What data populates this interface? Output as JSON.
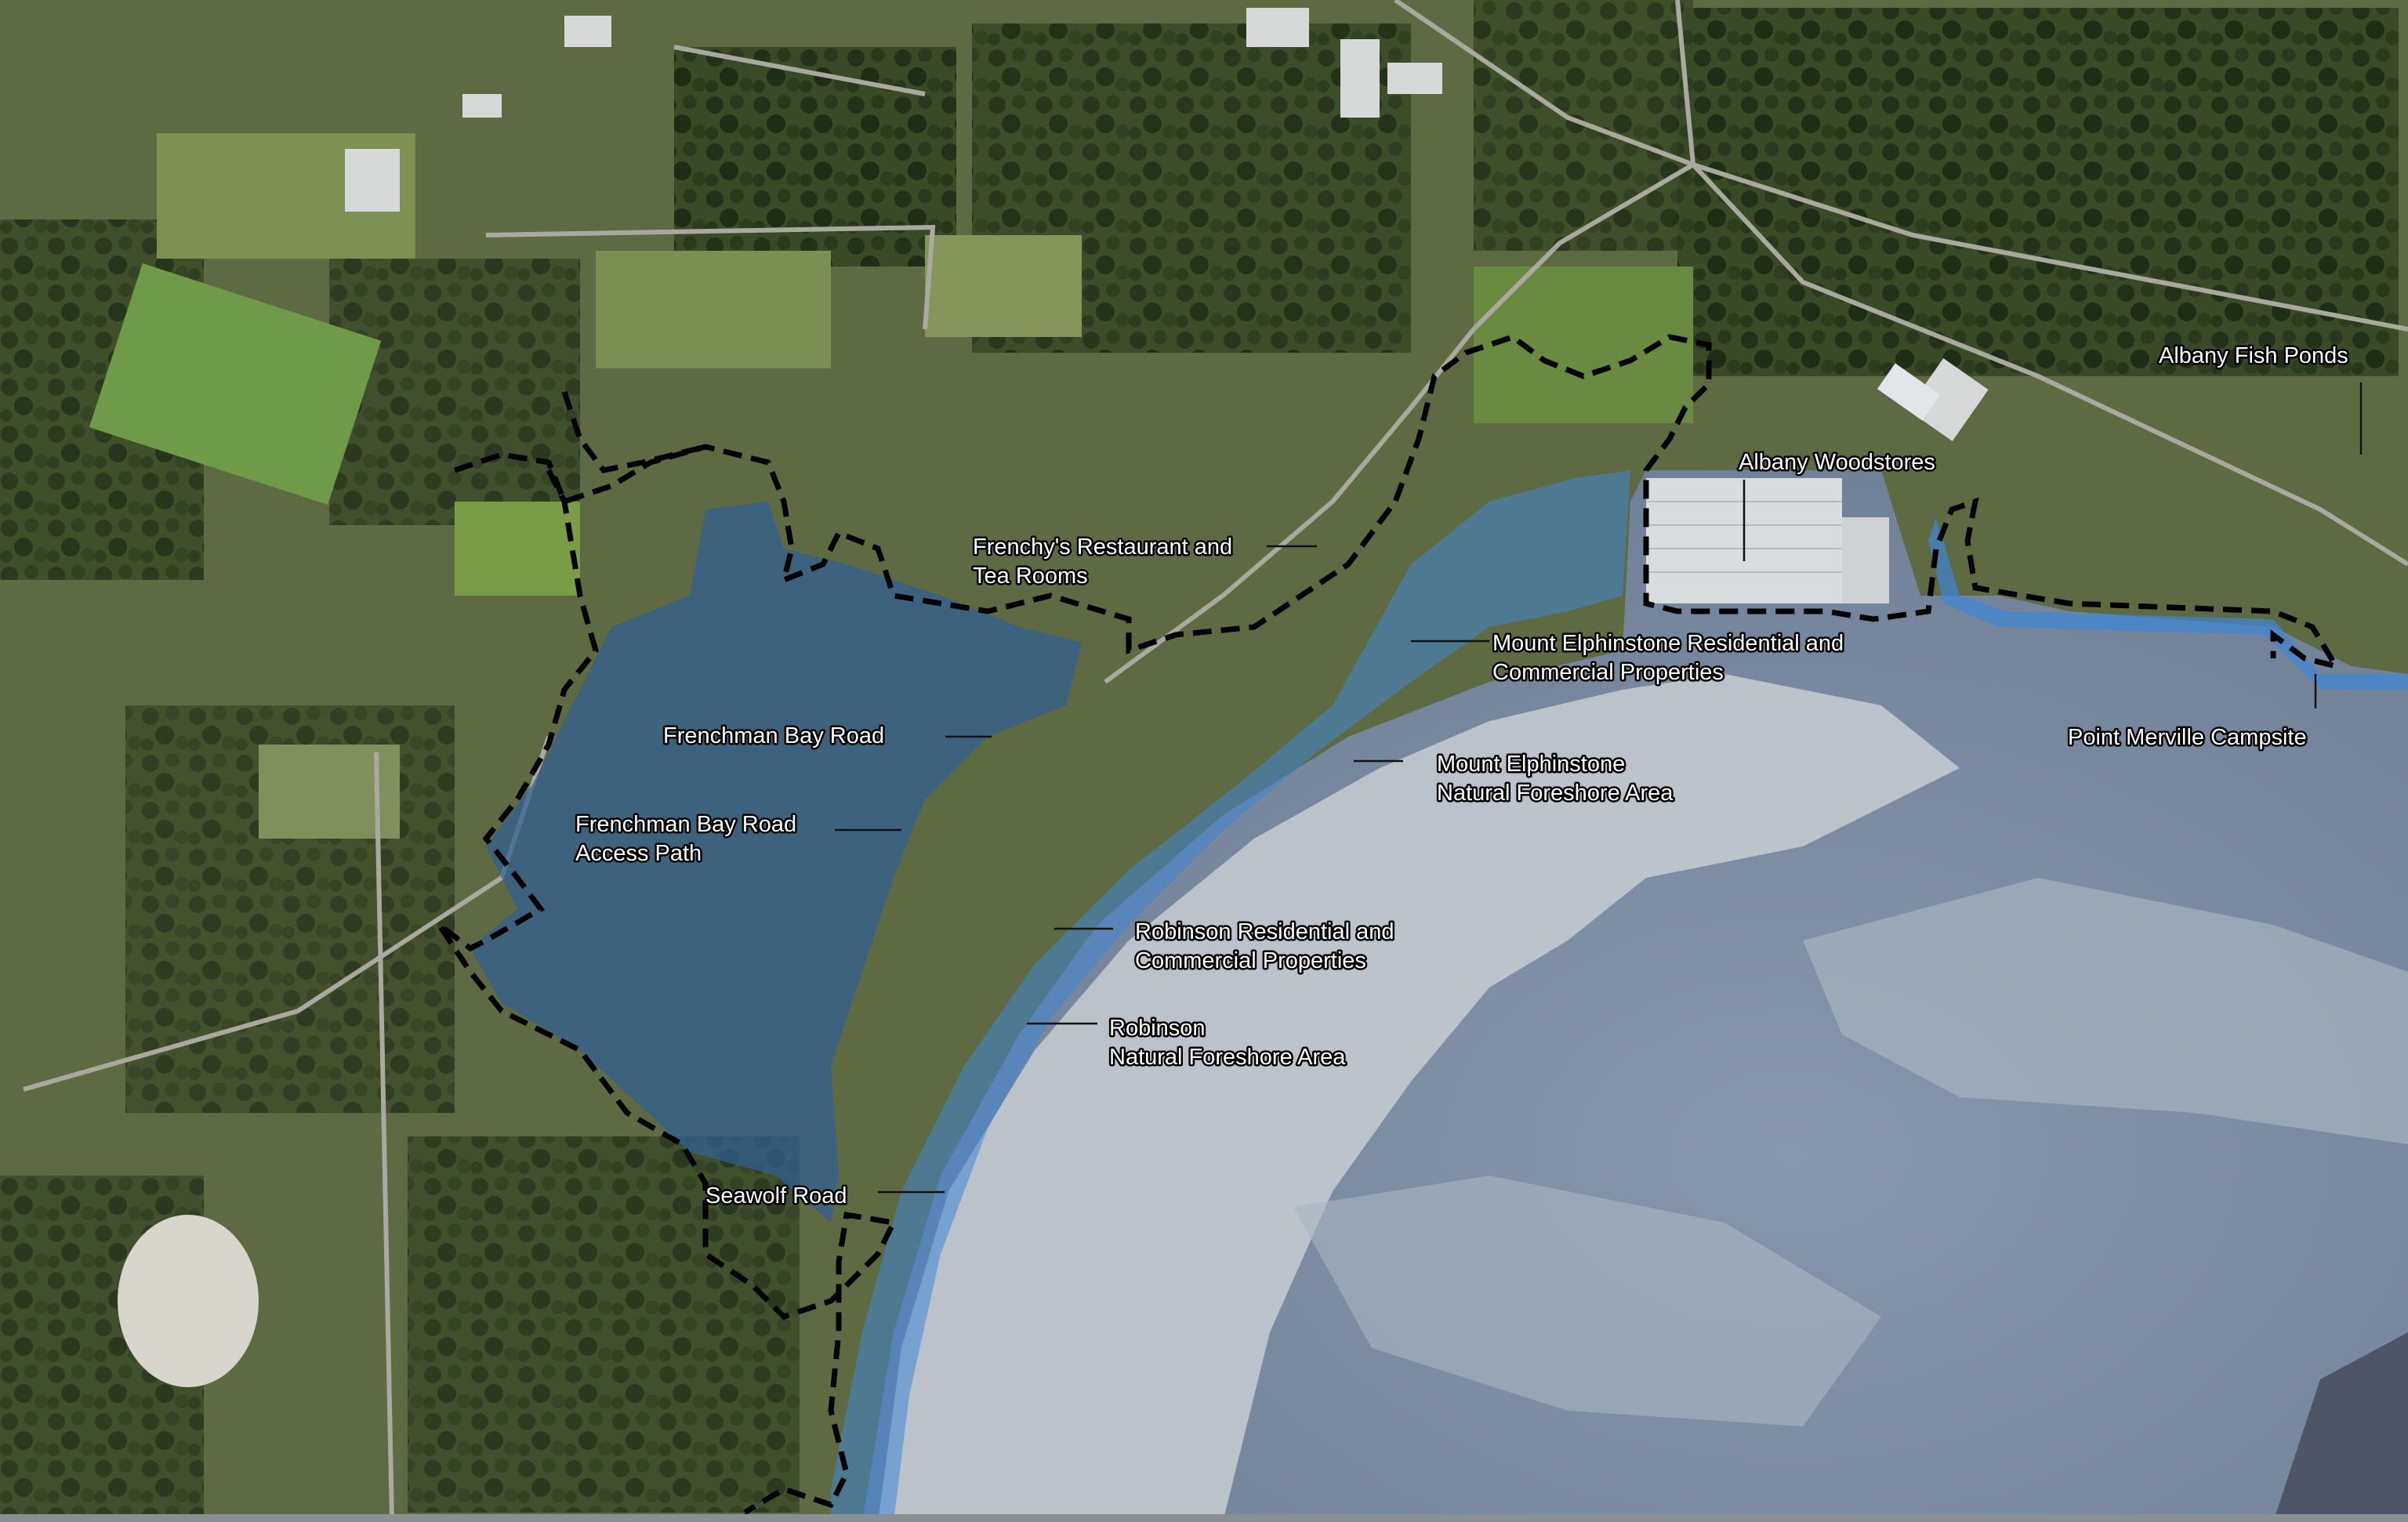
{
  "map": {
    "labels": {
      "albany_fish_ponds": "Albany Fish Ponds",
      "albany_woodstores": "Albany Woodstores",
      "frenchys_line1": "Frenchy's Restaurant and",
      "frenchys_line2": "Tea Rooms",
      "mt_elph_res_line1": "Mount Elphinstone Residential and",
      "mt_elph_res_line2": "Commercial Properties",
      "point_merville": "Point Merville Campsite",
      "frenchman_bay_road": "Frenchman Bay Road",
      "mt_elph_nat_line1": "Mount Elphinstone",
      "mt_elph_nat_line2": "Natural Foreshore Area",
      "fbr_access_line1": "Frenchman Bay Road",
      "fbr_access_line2": "Access Path",
      "robinson_res_line1": "Robinson Residential and",
      "robinson_res_line2": "Commercial Properties",
      "robinson_nat_line1": "Robinson",
      "robinson_nat_line2": "Natural Foreshore Area",
      "seawolf_road": "Seawolf Road"
    },
    "colors": {
      "land": "#5e6a42",
      "vegetation": "#2c3a1f",
      "water": "#7f8fa6",
      "shallows": "#c3c9cf",
      "inundation": "#2f5f96",
      "foreshore_band": "#3f86d6",
      "boundary": "#000000"
    }
  }
}
